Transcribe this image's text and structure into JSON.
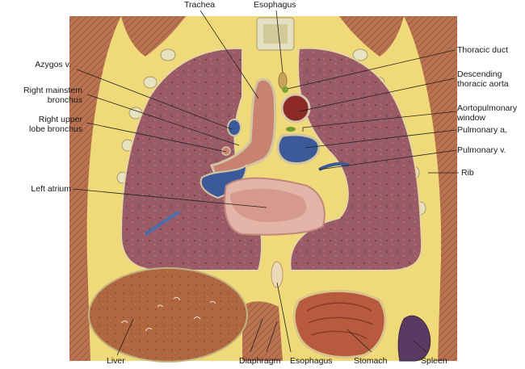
{
  "diagram": {
    "labels": {
      "trachea": "Trachea",
      "esophagus_top": "Esophagus",
      "thoracic_duct": "Thoracic duct",
      "descending_aorta": "Descending\nthoracic aorta",
      "azygos": "Azygos v.",
      "right_mainstem": "Right mainstem\nbronchus",
      "right_upper_lobe": "Right upper\nlobe bronchus",
      "aortopulmonary": "Aortopulmonary\nwindow",
      "pulmonary_a": "Pulmonary a.",
      "pulmonary_v": "Pulmonary v.",
      "rib": "Rib",
      "left_atrium": "Left atrium",
      "liver": "Liver",
      "diaphragm": "Diaphragm",
      "esophagus_bottom": "Esophagus",
      "stomach": "Stomach",
      "spleen": "Spleen"
    }
  }
}
